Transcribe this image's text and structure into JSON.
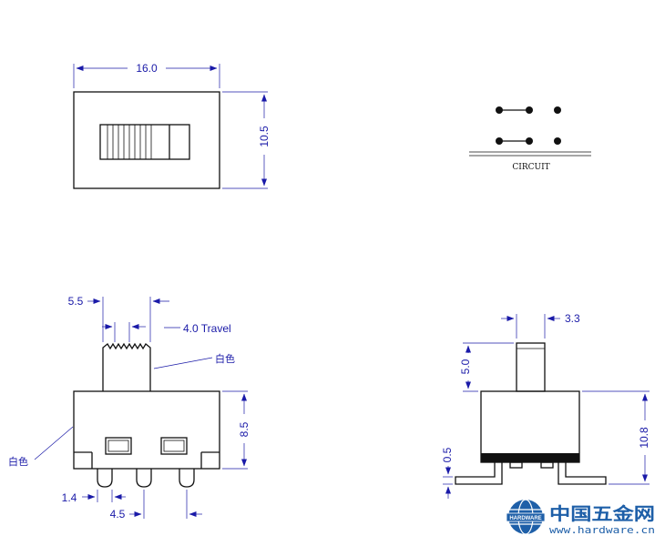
{
  "top_view": {
    "width_label": "16.0",
    "height_label": "10.5"
  },
  "circuit": {
    "caption": "CIRCUIT"
  },
  "front_view": {
    "dim_5_5": "5.5",
    "travel": "4.0 Travel",
    "lever_note": "白色",
    "body_note": "白色",
    "height_label": "8.5",
    "pin_width": "1.4",
    "pin_pitch": "4.5"
  },
  "side_view": {
    "actuator_width": "3.3",
    "actuator_height": "5.0",
    "overall_height": "10.8",
    "pin_offset": "0.5"
  },
  "watermark": {
    "name": "中国五金网",
    "url": "www.hardware.cn",
    "badge": "HARDWARE",
    "accent": "#1e5fa8"
  }
}
